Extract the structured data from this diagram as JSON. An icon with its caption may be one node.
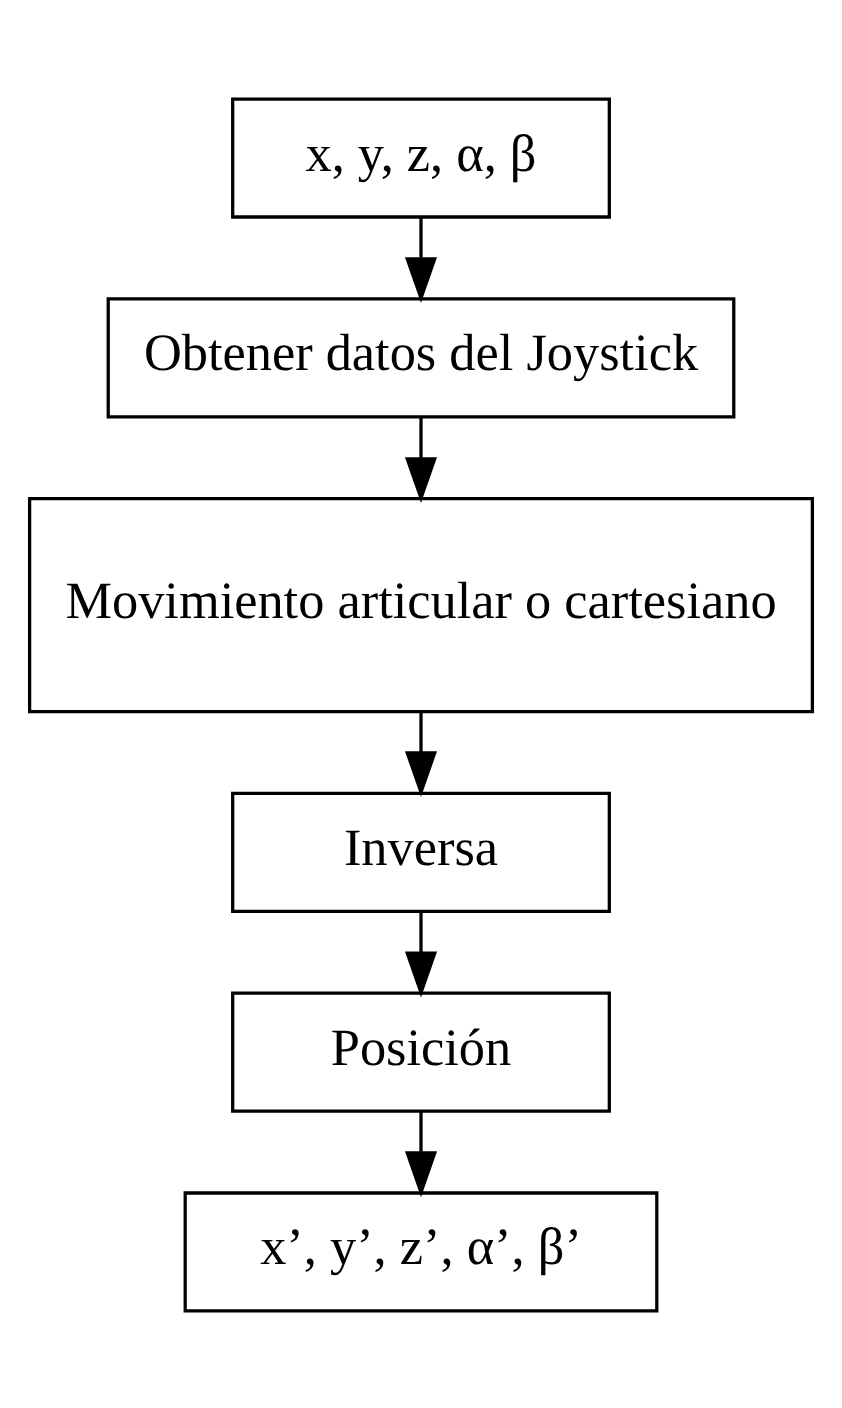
{
  "diagram": {
    "nodes": [
      {
        "text": [
          "x, y, z, α, β"
        ]
      },
      {
        "text": [
          "Obtener datos del Joystick"
        ]
      },
      {
        "text": [
          "Movimiento articular o cartesiano"
        ]
      },
      {
        "text": [
          "Inversa"
        ]
      },
      {
        "text": [
          "Posición"
        ]
      },
      {
        "text": [
          "x’, y’, z’, α’, β’"
        ]
      }
    ],
    "edges": [
      {
        "from": 0,
        "to": 1,
        "arrow": "to"
      },
      {
        "from": 1,
        "to": 2,
        "arrow": "to"
      },
      {
        "from": 2,
        "to": 3,
        "arrow": "to"
      },
      {
        "from": 3,
        "to": 4,
        "arrow": "to"
      },
      {
        "from": 4,
        "to": 5,
        "arrow": "to"
      }
    ]
  }
}
